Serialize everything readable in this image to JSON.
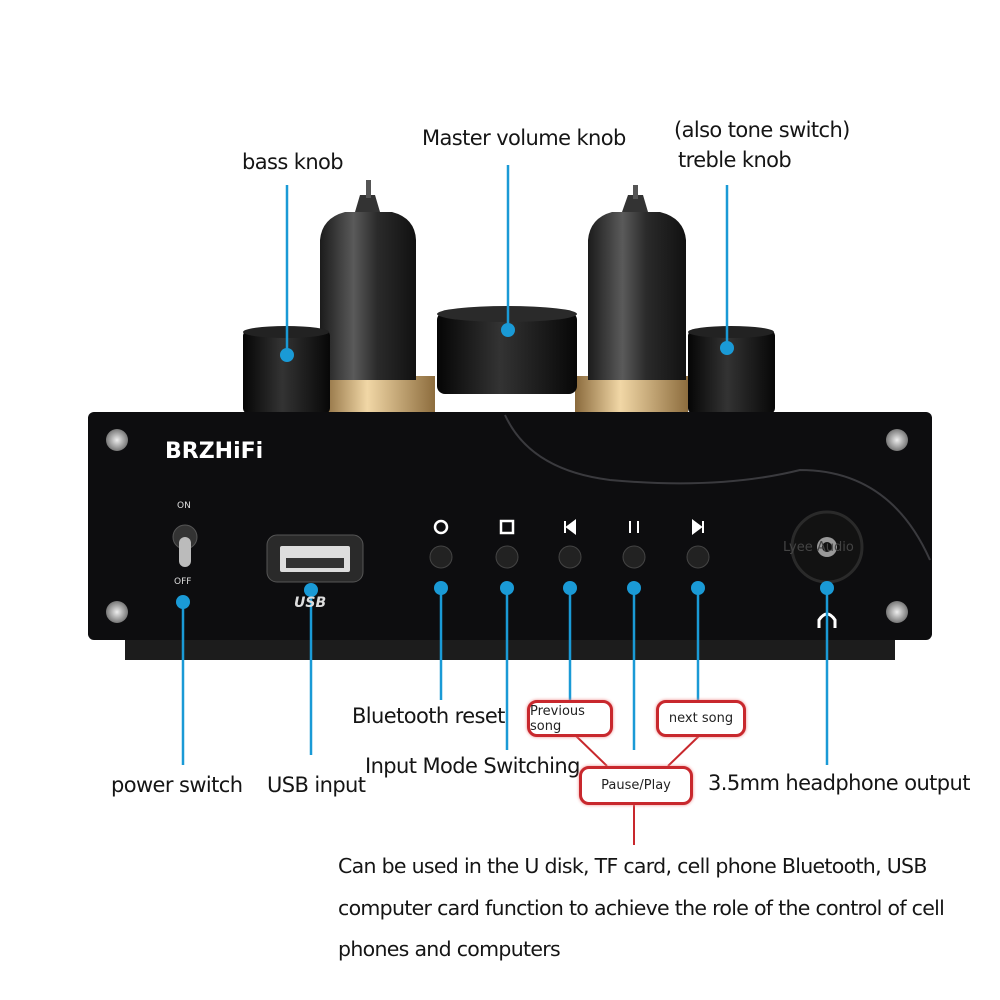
{
  "device": {
    "brand": "BRZHiFi",
    "switch_on": "ON",
    "switch_off": "OFF",
    "usb_logo": "USB",
    "watermark": "Lyee Audio"
  },
  "labels": {
    "bass_knob": "bass knob",
    "master_volume": "Master volume knob",
    "tone_switch_note": "(also tone switch)",
    "treble_knob": "treble knob",
    "power_switch": "power switch",
    "usb_input": "USB input",
    "bluetooth_reset": "Bluetooth reset",
    "input_mode": "Input Mode Switching",
    "headphone_output": "3.5mm headphone output"
  },
  "callouts": {
    "previous": "Previous song",
    "next": "next song",
    "pause_play": "Pause/Play"
  },
  "description": [
    "Can be used in the U disk, TF card, cell phone Bluetooth, USB",
    "computer card function to achieve the role of the control of cell",
    "phones and computers"
  ],
  "colors": {
    "leader": "#1a9ad6",
    "callout": "#c8282d",
    "chassis": "#0d0d0f",
    "gold": "#c9a063"
  }
}
